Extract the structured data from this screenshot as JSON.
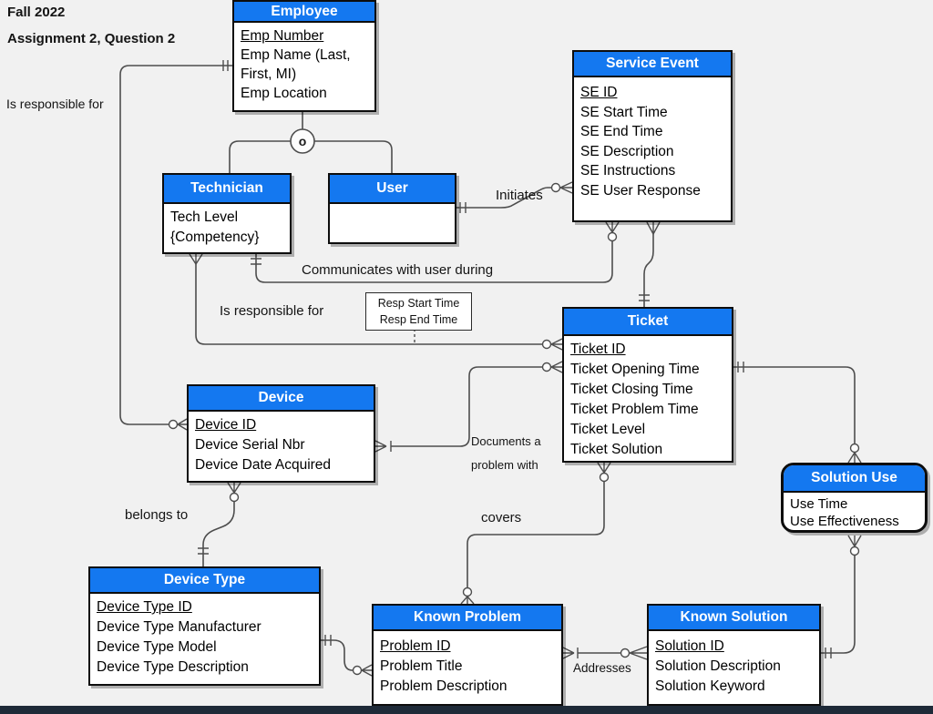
{
  "page_header": {
    "term": "Fall 2022",
    "assignment": "Assignment 2, Question 2"
  },
  "colors": {
    "entity_header_blue": "#1478F0",
    "line_gray": "#4d4d4d",
    "bottom_bar": "#1e2a38",
    "background": "#f1f1f1"
  },
  "subtype": {
    "marker": "o"
  },
  "resp_attribute_box": {
    "line1": "Resp Start Time",
    "line2": "Resp End Time"
  },
  "relationship_labels": {
    "is_responsible_for_employee_device": "Is responsible for",
    "initiates": "Initiates",
    "communicates_with_user_during": "Communicates with user during",
    "is_responsible_for_technician_ticket": "Is responsible for",
    "documents_a_problem_with": [
      "Documents a",
      "problem with"
    ],
    "belongs_to": "belongs to",
    "covers": "covers",
    "addresses": "Addresses"
  },
  "entities": [
    {
      "name": "Employee",
      "attributes": [
        {
          "text": "Emp Number",
          "key": true
        },
        {
          "text": "Emp Name (Last,",
          "key": false
        },
        {
          "text": "First, MI)",
          "key": false
        },
        {
          "text": "Emp Location",
          "key": false
        }
      ]
    },
    {
      "name": "Service Event",
      "attributes": [
        {
          "text": "SE ID",
          "key": true
        },
        {
          "text": "SE Start Time",
          "key": false
        },
        {
          "text": "SE End Time",
          "key": false
        },
        {
          "text": "SE Description",
          "key": false
        },
        {
          "text": "SE Instructions",
          "key": false
        },
        {
          "text": "SE User Response",
          "key": false
        }
      ]
    },
    {
      "name": "Technician",
      "attributes": [
        {
          "text": "Tech Level",
          "key": false
        },
        {
          "text": "{Competency}",
          "key": false
        }
      ]
    },
    {
      "name": "User",
      "attributes": []
    },
    {
      "name": "Ticket",
      "attributes": [
        {
          "text": "Ticket ID",
          "key": true
        },
        {
          "text": "Ticket Opening Time",
          "key": false
        },
        {
          "text": "Ticket Closing Time",
          "key": false
        },
        {
          "text": "Ticket Problem Time",
          "key": false
        },
        {
          "text": "Ticket Level",
          "key": false
        },
        {
          "text": "Ticket Solution",
          "key": false
        }
      ]
    },
    {
      "name": "Device",
      "attributes": [
        {
          "text": "Device ID",
          "key": true
        },
        {
          "text": "Device Serial Nbr",
          "key": false
        },
        {
          "text": "Device Date Acquired",
          "key": false
        }
      ]
    },
    {
      "name": "Device Type",
      "attributes": [
        {
          "text": "Device Type ID",
          "key": true
        },
        {
          "text": "Device Type Manufacturer",
          "key": false
        },
        {
          "text": "Device Type Model",
          "key": false
        },
        {
          "text": "Device Type Description",
          "key": false
        }
      ]
    },
    {
      "name": "Known Problem",
      "attributes": [
        {
          "text": "Problem ID",
          "key": true
        },
        {
          "text": "Problem Title",
          "key": false
        },
        {
          "text": "Problem Description",
          "key": false
        }
      ]
    },
    {
      "name": "Known Solution",
      "attributes": [
        {
          "text": "Solution ID",
          "key": true
        },
        {
          "text": "Solution Description",
          "key": false
        },
        {
          "text": "Solution Keyword",
          "key": false
        }
      ]
    },
    {
      "name": "Solution Use",
      "attributes": [
        {
          "text": "Use Time",
          "key": false
        },
        {
          "text": "Use Effectiveness",
          "key": false
        }
      ]
    }
  ]
}
